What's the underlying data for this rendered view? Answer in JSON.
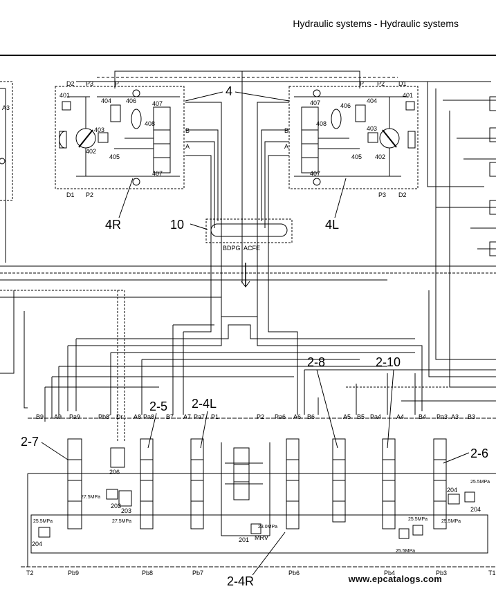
{
  "header": {
    "title": "Hydraulic systems - Hydraulic systems"
  },
  "watermark": "www.epcatalogs.com",
  "callouts": {
    "swing_motors": "4",
    "motor_right": "4R",
    "motor_left": "4L",
    "swivel": "10",
    "section_2_7": "2-7",
    "section_2_5": "2-5",
    "section_2_4L": "2-4L",
    "section_2_8": "2-8",
    "section_2_10": "2-10",
    "section_2_6": "2-6",
    "section_2_4R": "2-4R"
  },
  "motor_right_ports": {
    "d2": "D2",
    "p3": "P3",
    "p": "P",
    "d1": "D1",
    "p2": "P2",
    "b": "B",
    "a": "A"
  },
  "motor_left_ports": {
    "p": "P",
    "p2": "P2",
    "d1": "D1",
    "p3": "P3",
    "d2": "D2",
    "b": "B",
    "a": "A"
  },
  "motor_right_parts": {
    "p401": "401",
    "p402": "402",
    "p403": "403",
    "p404": "404",
    "p405": "405",
    "p406": "406",
    "p407a": "407",
    "p407b": "407",
    "p408": "408"
  },
  "motor_left_parts": {
    "p401": "401",
    "p402": "402",
    "p403": "403",
    "p404": "404",
    "p405": "405",
    "p406": "406",
    "p407a": "407",
    "p407b": "407",
    "p408": "408"
  },
  "swivel_ports": "BDPG  ACFE",
  "left_edge_label": "A3",
  "top_ports": [
    "B9",
    "A9",
    "Pa9",
    "Pb8'",
    "Dr",
    "A8",
    "Pa8",
    "B7",
    "A7",
    "Pa7",
    "P1",
    "P2",
    "Pa6",
    "A6",
    "B6",
    "A5",
    "B5",
    "Pa4",
    "A4",
    "B4",
    "Pa3",
    "A3",
    "B3"
  ],
  "bottom_ports": [
    "T2",
    "Pb9",
    "Pb8",
    "Pb7",
    "Pb6",
    "Pb4",
    "Pb3",
    "T1"
  ],
  "valve_parts": {
    "p206": "206",
    "p203a": "203",
    "p203b": "203",
    "p204a": "204",
    "p204b": "204",
    "p204c": "204",
    "p201": "201",
    "mrv": "MRV"
  },
  "pressures": {
    "r27_5a": "27.5MPa",
    "r27_5b": "27.5MPa",
    "r25_5a": "25.5MPa",
    "r25_5b": "25.5MPa",
    "r25_5c": "25.5MPa",
    "r25_5d": "25.5MPa",
    "r25_5e": "25.5MPa",
    "r23_0": "23.0MPa"
  }
}
